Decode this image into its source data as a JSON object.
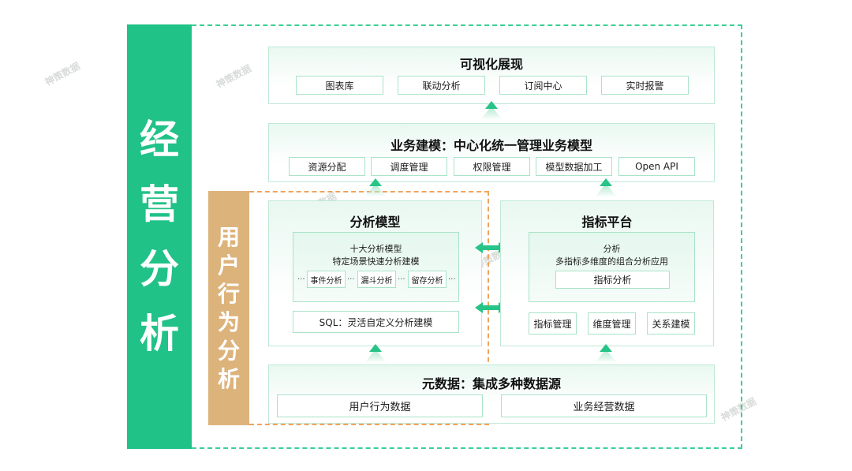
{
  "side": {
    "business_chars": [
      "经",
      "营",
      "分",
      "析"
    ],
    "behavior_chars": [
      "用",
      "户",
      "行",
      "为",
      "分",
      "析"
    ]
  },
  "layers": {
    "visual": {
      "title": "可视化展现",
      "items": [
        "图表库",
        "联动分析",
        "订阅中心",
        "实时报警"
      ]
    },
    "modeling": {
      "title": "业务建模：中心化统一管理业务模型",
      "items": [
        "资源分配",
        "调度管理",
        "权限管理",
        "模型数据加工",
        "Open API"
      ]
    },
    "analysis_model": {
      "title": "分析模型",
      "inner_line1": "十大分析模型",
      "inner_line2": "特定场景快速分析建模",
      "sub_items": [
        "事件分析",
        "漏斗分析",
        "留存分析"
      ],
      "sql_label": "SQL：灵活自定义分析建模"
    },
    "metrics_platform": {
      "title": "指标平台",
      "inner_line1": "分析",
      "inner_line2": "多指标多维度的组合分析应用",
      "inner_button": "指标分析",
      "items": [
        "指标管理",
        "维度管理",
        "关系建模"
      ]
    },
    "metadata": {
      "title": "元数据：集成多种数据源",
      "items": [
        "用户行为数据",
        "业务经营数据"
      ]
    }
  },
  "colors": {
    "business_green": "#20c287",
    "behavior_tan": "#ddb37c",
    "arrow_green": "#26c487",
    "dash_orange": "#f0a35a"
  }
}
